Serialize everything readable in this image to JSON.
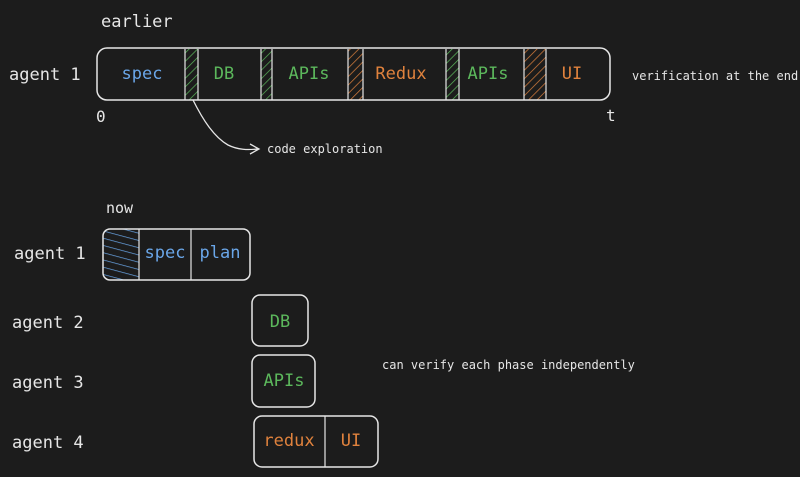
{
  "colors": {
    "background": "#1c1c1c",
    "text": "#e6e6e6",
    "box_stroke": "#e6e6e6",
    "blue": "#6aa6e8",
    "green": "#5cb85c",
    "orange": "#e0823d"
  },
  "earlier": {
    "heading": "earlier",
    "agent_label": "agent 1",
    "axis_start": "0",
    "axis_end": "t",
    "side_note": "verification at the end",
    "exploration_label": "code exploration",
    "segments": [
      {
        "label": "spec",
        "color": "blue"
      },
      {
        "label": "DB",
        "color": "green"
      },
      {
        "label": "APIs",
        "color": "green"
      },
      {
        "label": "Redux",
        "color": "orange"
      },
      {
        "label": "APIs",
        "color": "green"
      },
      {
        "label": "UI",
        "color": "orange"
      }
    ]
  },
  "now": {
    "heading": "now",
    "note": "can verify each phase independently",
    "agents": [
      {
        "label": "agent 1",
        "cells": [
          {
            "label": "spec",
            "color": "blue"
          },
          {
            "label": "plan",
            "color": "blue"
          }
        ]
      },
      {
        "label": "agent 2",
        "cells": [
          {
            "label": "DB",
            "color": "green"
          }
        ]
      },
      {
        "label": "agent 3",
        "cells": [
          {
            "label": "APIs",
            "color": "green"
          }
        ]
      },
      {
        "label": "agent 4",
        "cells": [
          {
            "label": "redux",
            "color": "orange"
          },
          {
            "label": "UI",
            "color": "orange"
          }
        ]
      }
    ]
  }
}
